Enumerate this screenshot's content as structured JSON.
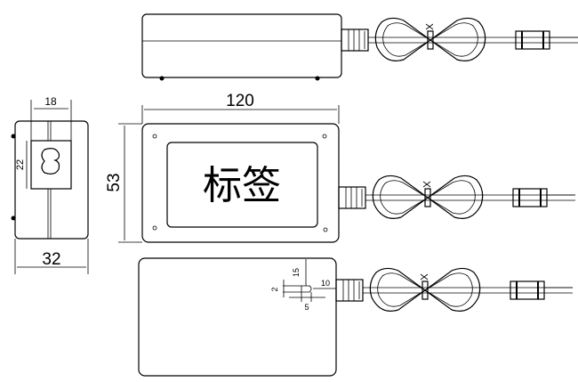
{
  "drawing": {
    "label_text": "标签",
    "dimensions": {
      "length": "120",
      "width": "53",
      "height": "32",
      "socket_width": "18",
      "socket_height": "22",
      "hole_from_top": "15",
      "hole_height": "2",
      "hole_width": "5",
      "hole_from_edge": "10"
    }
  }
}
